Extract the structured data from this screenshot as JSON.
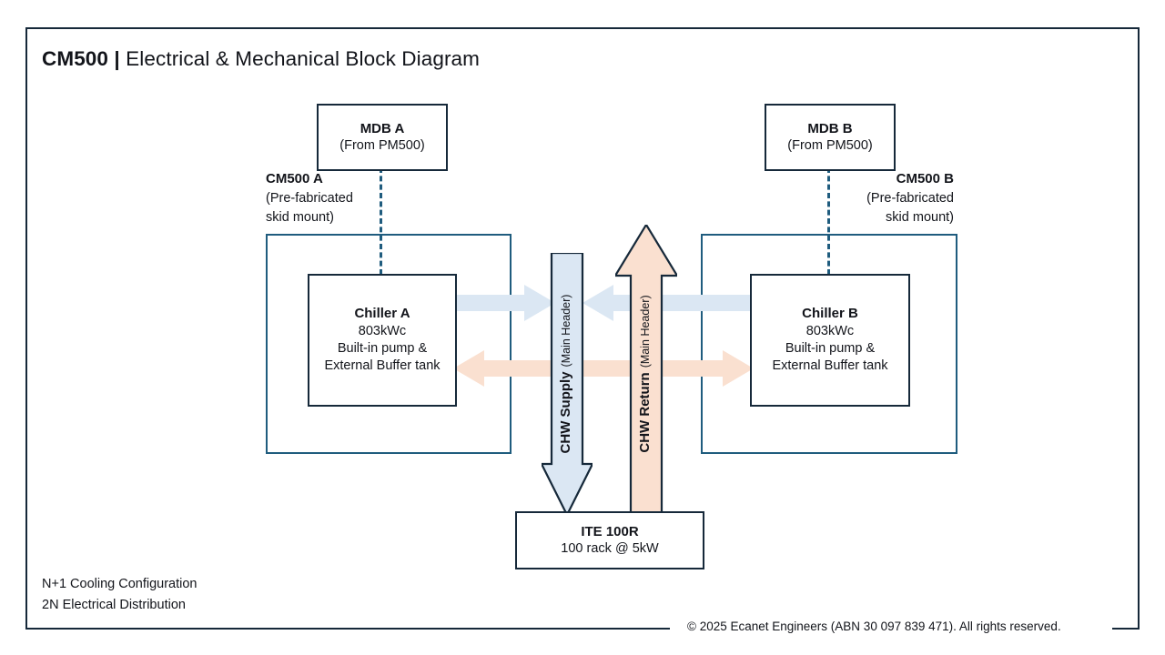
{
  "title": {
    "brand": "CM500",
    "separator": "|",
    "rest": "Electrical & Mechanical Block Diagram"
  },
  "colors": {
    "frame": "#16293a",
    "box_border": "#16293a",
    "skid_border": "#1f5c7e",
    "dashed_feed": "#1f5c7e",
    "supply_fill": "#dbe7f3",
    "supply_stroke": "#16293a",
    "return_fill": "#fae0d0",
    "return_stroke": "#16293a",
    "supply_arrow_fill": "#dbe7f3",
    "return_arrow_fill": "#fae0d0"
  },
  "mdb_a": {
    "header": "MDB A",
    "line2": "(From PM500)"
  },
  "mdb_b": {
    "header": "MDB B",
    "line2": "(From PM500)"
  },
  "skid_a": {
    "header": "CM500 A",
    "line2": "(Pre-fabricated",
    "line3": "skid mount)"
  },
  "skid_b": {
    "header": "CM500 B",
    "line2": "(Pre-fabricated",
    "line3": "skid mount)"
  },
  "chiller_a": {
    "header": "Chiller A",
    "capacity": "803kWc",
    "line3": "Built-in pump &",
    "line4": "External Buffer tank"
  },
  "chiller_b": {
    "header": "Chiller B",
    "capacity": "803kWc",
    "line3": "Built-in pump &",
    "line4": "External Buffer tank"
  },
  "ite": {
    "header": "ITE 100R",
    "line2": "100 rack @ 5kW"
  },
  "chw_supply": {
    "label": "CHW Supply",
    "sub": "(Main Header)"
  },
  "chw_return": {
    "label": "CHW Return",
    "sub": "(Main Header)"
  },
  "notes": {
    "line1": "N+1 Cooling Configuration",
    "line2": "2N Electrical Distribution"
  },
  "footer": "© 2025 Ecanet Engineers (ABN 30 097 839 471). All rights reserved."
}
